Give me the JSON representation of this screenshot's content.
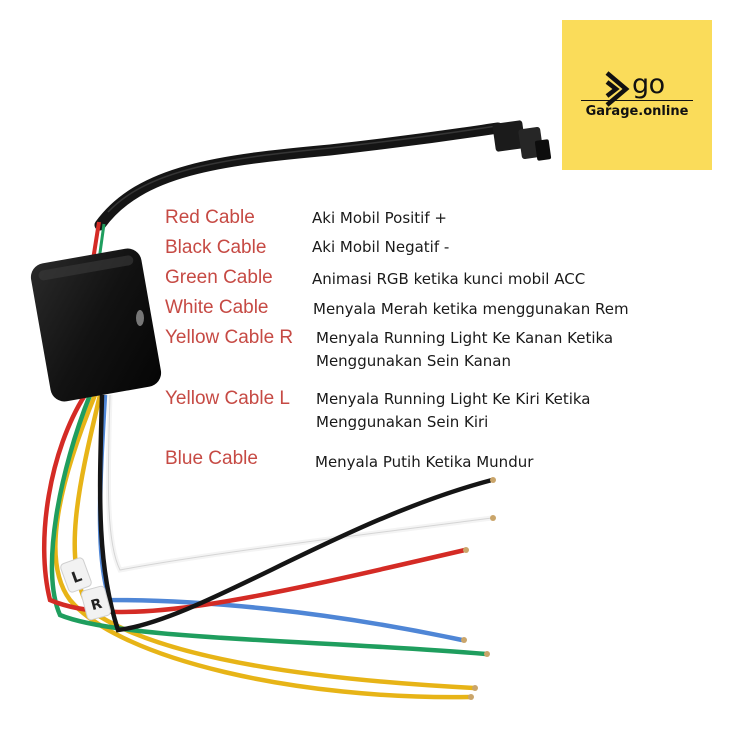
{
  "brand": {
    "logo_text": "go",
    "name": "Garage.online",
    "background_color": "#fadc5a",
    "logo_icon": "play-arrow-icon"
  },
  "legend": [
    {
      "label": "Red Cable",
      "description": "Aki Mobil Positif +"
    },
    {
      "label": "Black Cable",
      "description": "Aki Mobil Negatif -"
    },
    {
      "label": "Green Cable",
      "description": "Animasi RGB ketika kunci mobil ACC"
    },
    {
      "label": "White Cable",
      "description": "Menyala Merah ketika menggunakan Rem"
    },
    {
      "label": "Yellow Cable R",
      "description_lines": [
        "Menyala Running Light Ke Kanan Ketika",
        "Menggunakan Sein Kanan"
      ]
    },
    {
      "label": "Yellow Cable L",
      "description_lines": [
        "Menyala Running Light Ke Kiri Ketika",
        "Menggunakan Sein Kiri"
      ]
    },
    {
      "label": "Blue Cable",
      "description": "Menyala Putih Ketika Mundur"
    }
  ],
  "cable_tags": [
    "L",
    "R"
  ],
  "colors": {
    "label_text": "#c64a44",
    "red_wire": "#d42b25",
    "black_wire": "#1a1a1a",
    "green_wire": "#1f9e5e",
    "white_wire": "#f4f4f4",
    "yellow_wire": "#e7b417",
    "blue_wire": "#4f86d6",
    "module_body": "#121212"
  }
}
